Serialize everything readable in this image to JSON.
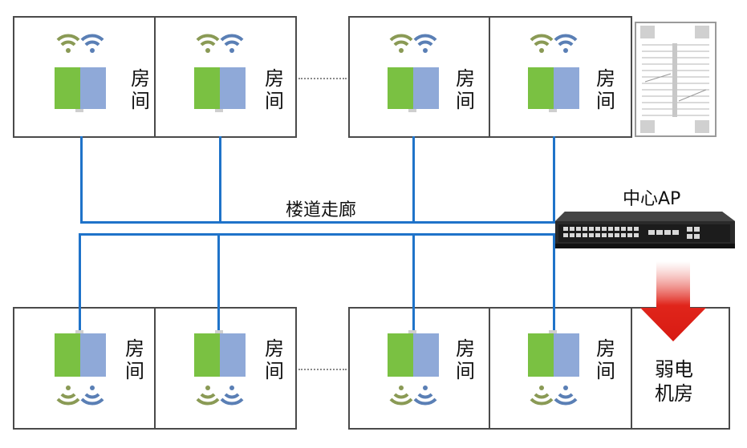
{
  "room_label": "房间",
  "corridor_label": "楼道走廊",
  "central_ap_label": "中心AP",
  "weak_current_room_label": "弱电机房",
  "colors": {
    "wire": "#1f73c9",
    "ap_green": "#7ac142",
    "ap_blue": "#8fa9d8",
    "wifi_green": "#8a9a55",
    "wifi_blue": "#5a7fb5",
    "arrow_red": "#e0251b",
    "wall": "#4a4a4a"
  },
  "icons": {
    "access_point": "panel-ap-icon",
    "wireless_signal": "wifi-signal-icon",
    "switch": "network-switch-icon",
    "arrow": "down-arrow-icon",
    "rack": "server-rack-icon"
  }
}
